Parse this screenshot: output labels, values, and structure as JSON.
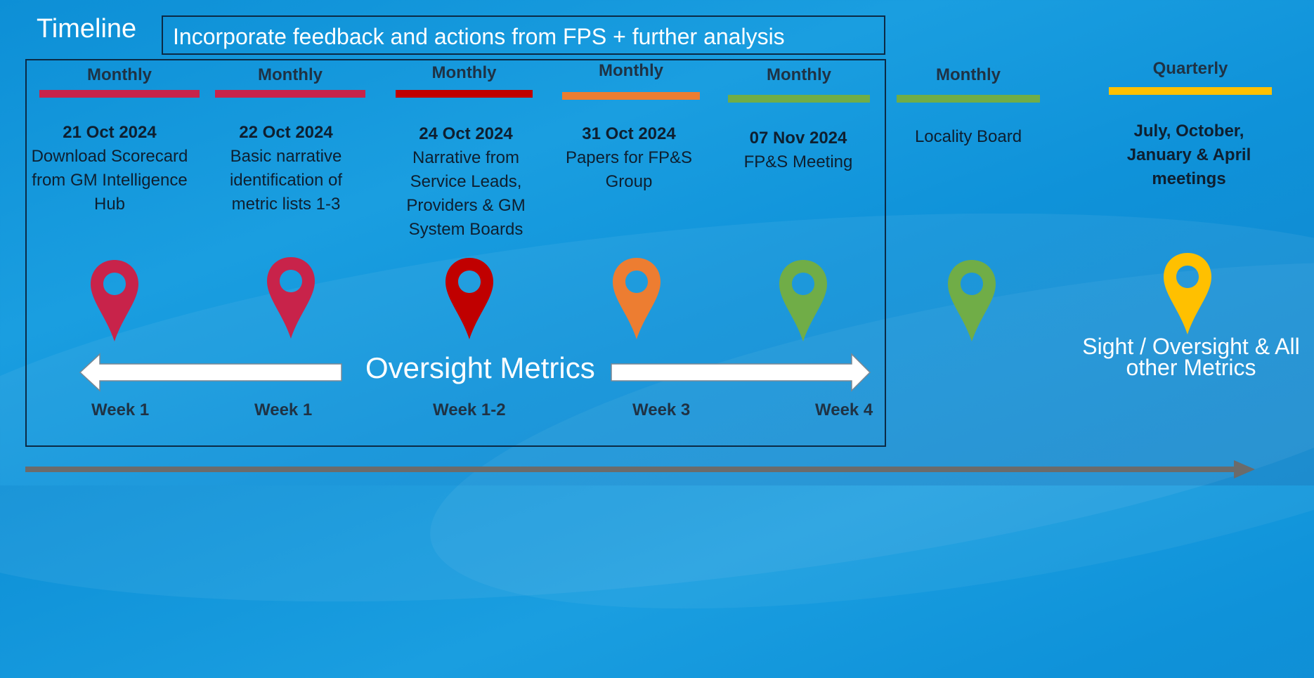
{
  "title": "Timeline",
  "header": "Incorporate feedback and actions from FPS + further analysis",
  "columns": [
    {
      "frequency": "Monthly",
      "color": "#c8234a",
      "date": "21 Oct 2024",
      "text": "Download Scorecard from GM Intelligence Hub",
      "week": "Week 1"
    },
    {
      "frequency": "Monthly",
      "color": "#c8234a",
      "date": "22 Oct 2024",
      "text": "Basic narrative identification of metric lists 1-3",
      "week": "Week 1"
    },
    {
      "frequency": "Monthly",
      "color": "#c00000",
      "date": "24 Oct 2024",
      "text": "Narrative from Service Leads, Providers & GM System Boards",
      "week": "Week 1-2"
    },
    {
      "frequency": "Monthly",
      "color": "#ed7d31",
      "date": "31 Oct 2024",
      "text": "Papers for FP&S Group",
      "week": "Week 3"
    },
    {
      "frequency": "Monthly",
      "color": "#70ad47",
      "date": "07 Nov 2024",
      "text": "FP&S Meeting",
      "week": "Week 4"
    },
    {
      "frequency": "Monthly",
      "color": "#70ad47",
      "date": "",
      "text": "Locality Board",
      "week": ""
    },
    {
      "frequency": "Quarterly",
      "color": "#ffc000",
      "date": "",
      "text": "July, October, January & April meetings",
      "week": ""
    }
  ],
  "center_label": "Oversight Metrics",
  "side_label": "Sight / Oversight & All other Metrics",
  "colors": {
    "background": "#1196dc",
    "frame": "#0b2a45",
    "axis": "#6b6b6b"
  }
}
